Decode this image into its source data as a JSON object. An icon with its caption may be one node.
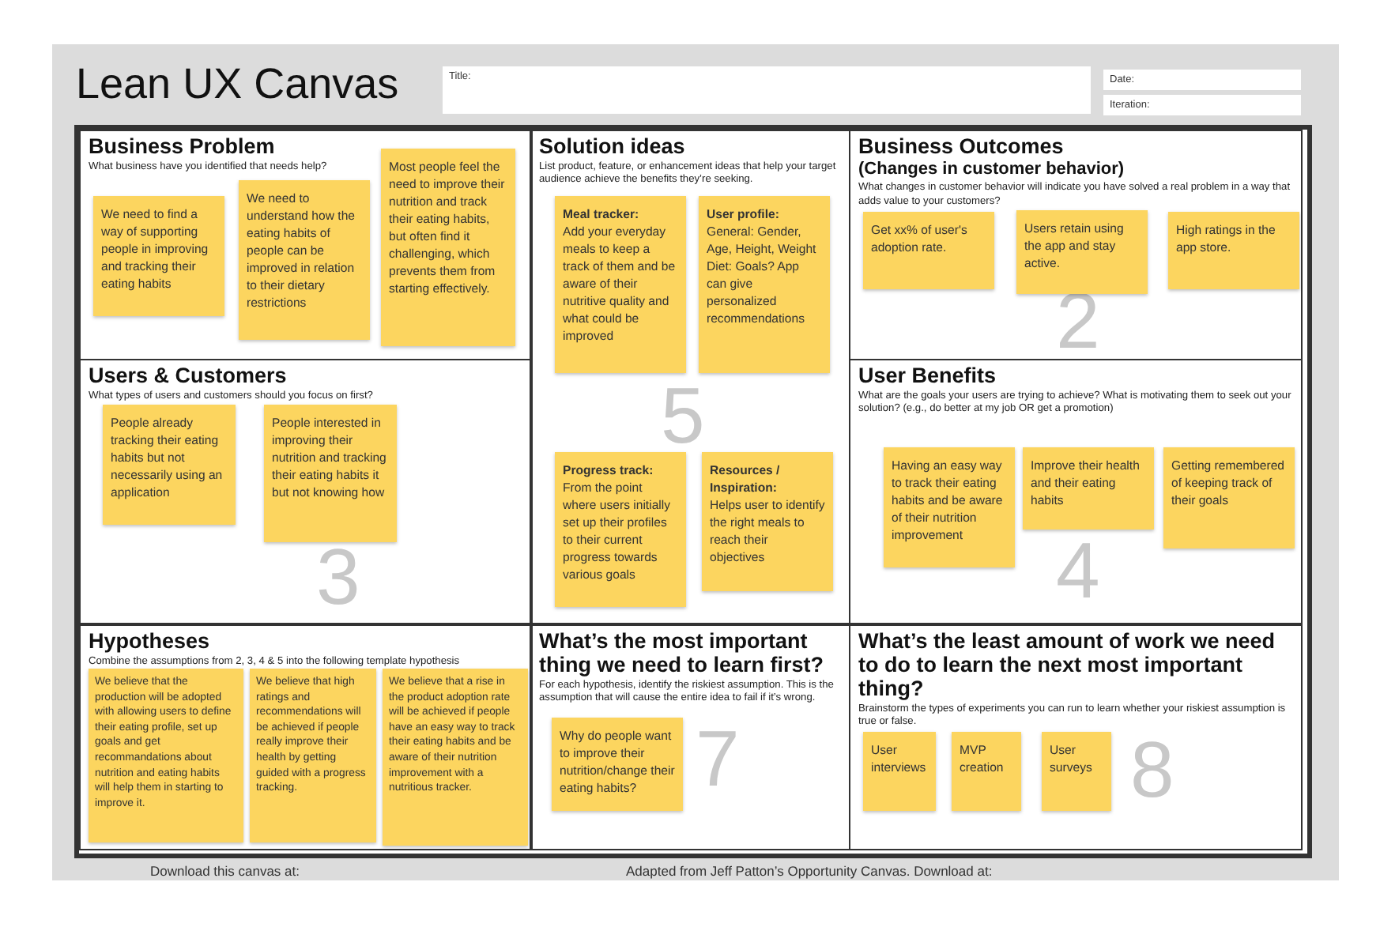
{
  "diagram": {
    "title": "Lean UX Canvas",
    "nodes": [
      {
        "text": [
          "Business Problem",
          "What business have you identified that needs help?"
        ]
      },
      {
        "text": [
          "We need to find a way of supporting people in improving and tracking their eating habits"
        ],
        "in": 0
      },
      {
        "text": [
          "We need to understand how the eating habits of people can be improved in relation to their dietary restrictions"
        ],
        "in": 0
      },
      {
        "text": [
          "Most people feel the need to improve their nutrition and track their eating habits, but often find it challenging, which prevents them from starting effectively."
        ],
        "in": 0
      },
      {
        "text": [
          "Solution ideas",
          "List product, feature, or enhancement ideas that help your target audience achieve the benefits they’re seeking."
        ]
      },
      {
        "text": [
          "Meal tracker:",
          "Add your everyday meals to keep a track of them and be aware of their nutritive quality and what could be improved"
        ],
        "in": 4
      },
      {
        "text": [
          "User profile:",
          "General: Gender, Age, Height, Weight Diet: Goals? App can give personalized recommendations"
        ],
        "in": 4
      },
      {
        "text": [
          "Progress track:",
          "From the point where users initially set up their profiles to their current progress towards various goals"
        ],
        "in": 4
      },
      {
        "text": [
          "Resources / Inspiration:",
          "Helps user to identify the right meals to reach their objectives"
        ],
        "in": 4
      },
      {
        "text": [
          "Business Outcomes",
          "(Changes in customer behavior)",
          "What changes in customer behavior will indicate you have solved a real problem in a way that adds value to your customers?"
        ]
      },
      {
        "text": [
          "Get xx% of user's adoption rate."
        ],
        "in": 9
      },
      {
        "text": [
          "Users retain using the app and stay active."
        ],
        "in": 9
      },
      {
        "text": [
          "High ratings in the app store."
        ],
        "in": 9
      },
      {
        "text": [
          "Users & Customers",
          "What types of users and customers should you focus on first?"
        ]
      },
      {
        "text": [
          "People already tracking their eating habits but not necessarily using an application"
        ],
        "in": 13
      },
      {
        "text": [
          "People interested in improving their nutrition and tracking their eating habits it but not knowing how"
        ],
        "in": 13
      },
      {
        "text": [
          "User Benefits",
          "What are the goals your users are trying to achieve? What is motivating them to seek out your solution? (e.g., do better at my job OR get a promotion)"
        ]
      },
      {
        "text": [
          "Having an easy way to track their eating habits and be aware of their nutrition improvement"
        ],
        "in": 16
      },
      {
        "text": [
          "Improve their health and their eating habits"
        ],
        "in": 16
      },
      {
        "text": [
          "Getting remembered of keeping track of their goals"
        ],
        "in": 16
      },
      {
        "text": [
          "Hypotheses",
          "Combine the assumptions from 2, 3, 4 & 5 into the following template hypothesis"
        ]
      },
      {
        "text": [
          "We believe that the production will be adopted with allowing users to define their eating profile, set up goals and get recommandations about nutrition and eating habits will help them in starting to improve it."
        ],
        "in": 20
      },
      {
        "text": [
          "We believe that high ratings and recommendations will be achieved if people really improve their health by getting guided with a progress tracking."
        ],
        "in": 20
      },
      {
        "text": [
          "We believe that a rise in the product adoption rate will be achieved if people have an easy way to track their eating habits and be aware of their nutrition improvement with a nutritious tracker."
        ],
        "in": 20
      },
      {
        "text": [
          "What’s the most important thing we need to learn first?",
          "For each hypothesis, identify the riskiest assumption. This is the assumption that will cause the entire idea to fail if it’s wrong."
        ]
      },
      {
        "text": [
          "Why do people want to improve their nutrition/change their eating habits?"
        ],
        "in": 24
      },
      {
        "text": [
          "What’s the least amount of work we need to do to learn the next most important thing?",
          "Brainstorm the types of experiments you can run to learn whether your riskiest assumption is true or false."
        ]
      },
      {
        "text": [
          "User interviews"
        ],
        "in": 26
      },
      {
        "text": [
          "MVP creation"
        ],
        "in": 26
      },
      {
        "text": [
          "User surveys"
        ],
        "in": 26
      }
    ],
    "labels": [
      "Title:",
      "Date:",
      "Iteration:",
      "2",
      "5",
      "3",
      "4",
      "7",
      "8",
      "Download this canvas at:",
      "Adapted from Jeff Patton’s Opportunity Canvas. Download at:"
    ]
  }
}
